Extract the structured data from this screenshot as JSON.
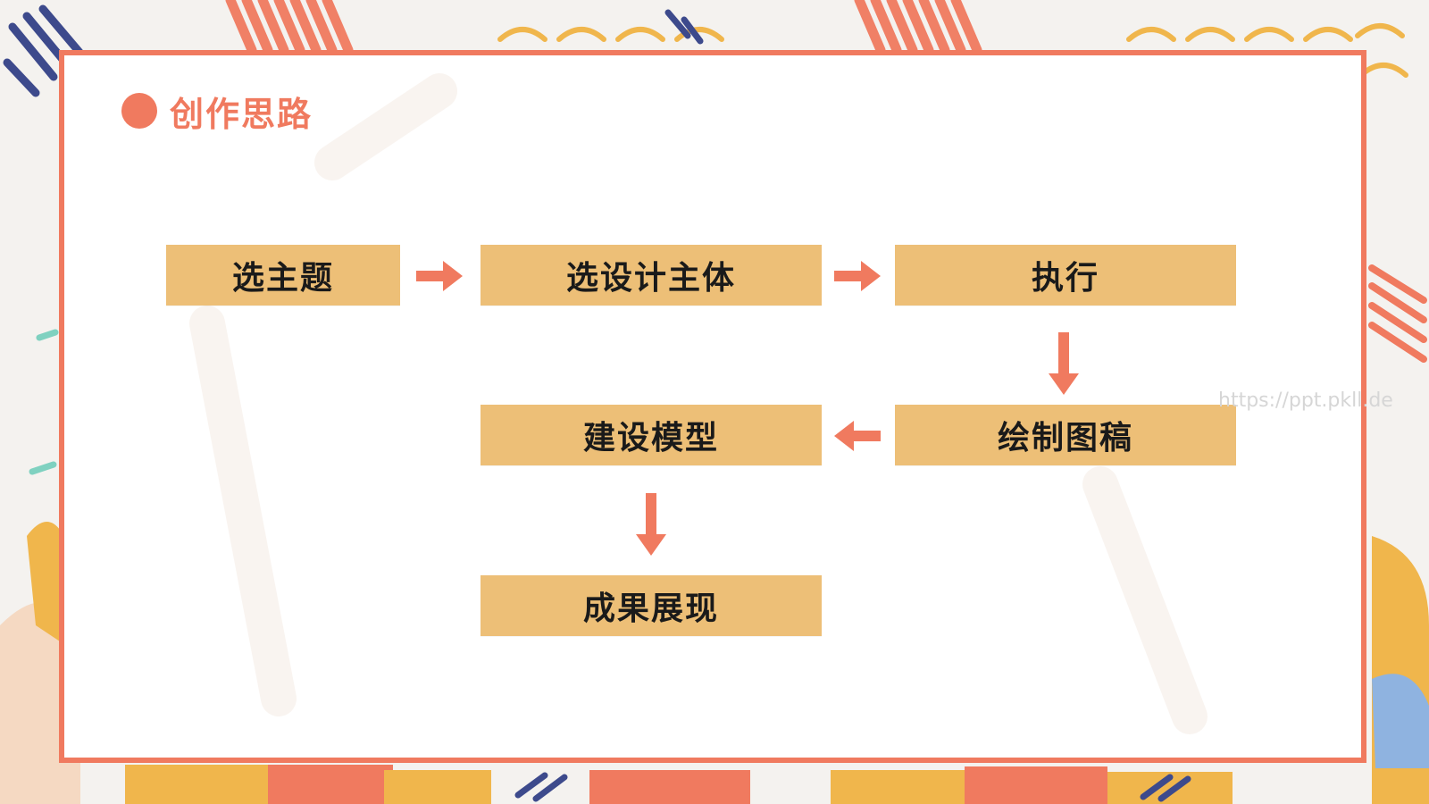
{
  "slide": {
    "title": "创作思路",
    "watermark": "https://ppt.pkll.de"
  },
  "flow": {
    "nodes": [
      {
        "id": "n1",
        "label": "选主题"
      },
      {
        "id": "n2",
        "label": "选设计主体"
      },
      {
        "id": "n3",
        "label": "执行"
      },
      {
        "id": "n4",
        "label": "绘制图稿"
      },
      {
        "id": "n5",
        "label": "建设模型"
      },
      {
        "id": "n6",
        "label": "成果展现"
      }
    ],
    "edges": [
      {
        "from": "n1",
        "to": "n2"
      },
      {
        "from": "n2",
        "to": "n3"
      },
      {
        "from": "n3",
        "to": "n4"
      },
      {
        "from": "n4",
        "to": "n5"
      },
      {
        "from": "n5",
        "to": "n6"
      }
    ]
  },
  "colors": {
    "accent": "#f07a5f",
    "node_fill": "#edbf77",
    "node_text": "#1a1a1a",
    "navy": "#3d4a8c",
    "mustard": "#f0b64c",
    "teal": "#7fd1c0",
    "blue": "#8fb3e0"
  }
}
